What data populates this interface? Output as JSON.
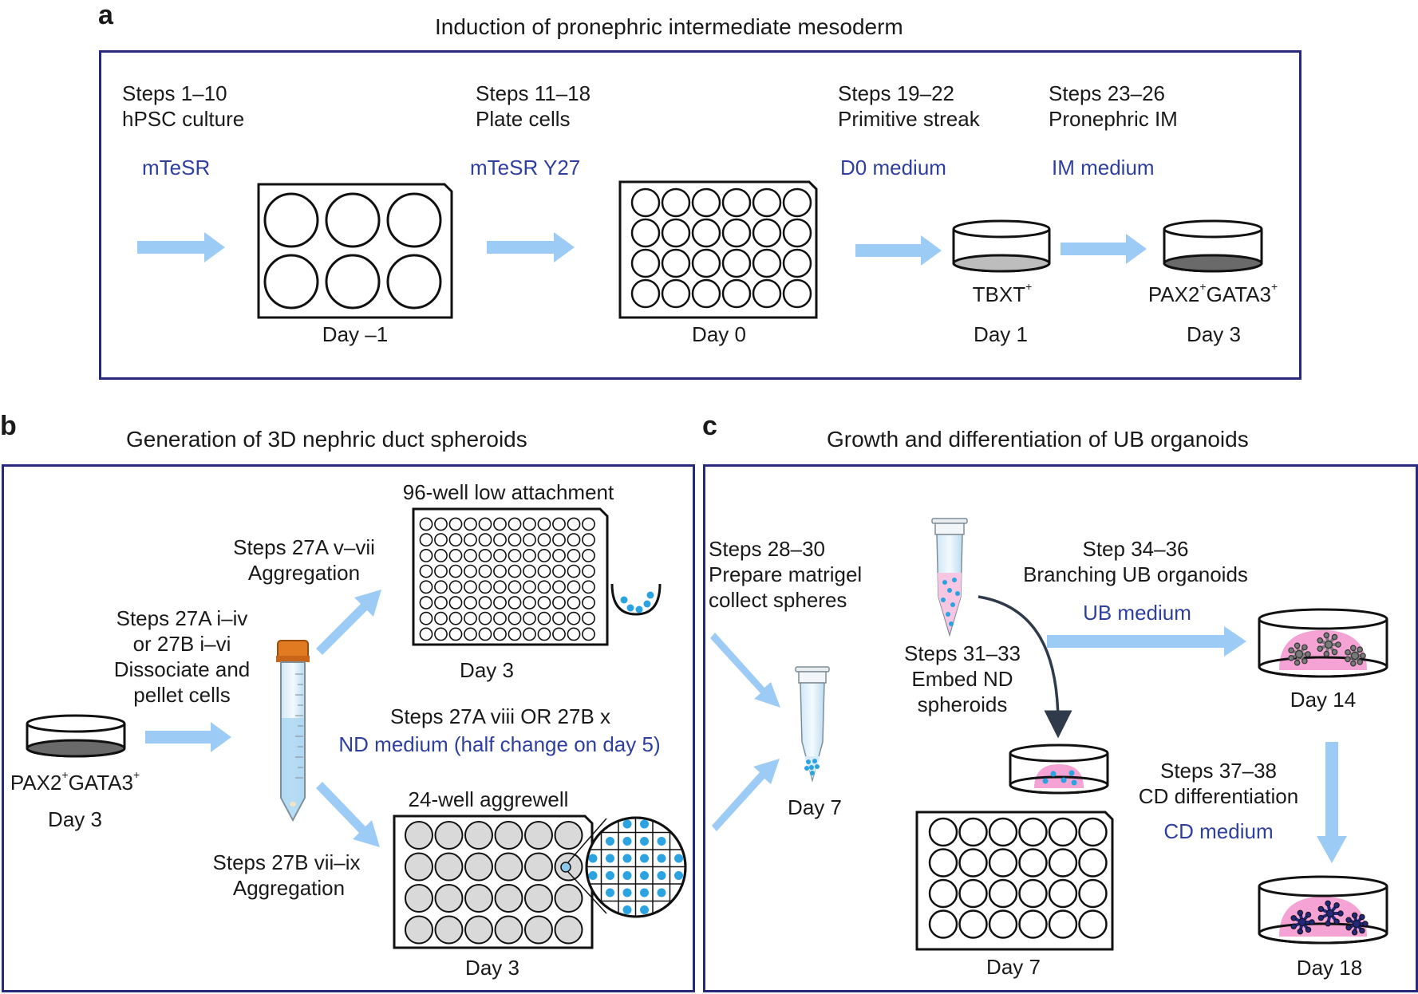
{
  "panels": {
    "a": {
      "letter": "a",
      "title": "Induction of pronephric intermediate mesoderm",
      "steps": [
        {
          "steps": "Steps 1–10",
          "desc": "hPSC culture",
          "medium": "mTeSR"
        },
        {
          "steps": "Steps 11–18",
          "desc": "Plate cells",
          "medium": "mTeSR Y27"
        },
        {
          "steps": "Steps 19–22",
          "desc": "Primitive streak",
          "medium": "D0 medium"
        },
        {
          "steps": "Steps 23–26",
          "desc": "Pronephric IM",
          "medium": "IM medium"
        }
      ],
      "days": [
        "Day –1",
        "Day 0",
        "Day 1",
        "Day 3"
      ],
      "markers": {
        "day1": "TBXT",
        "day3_a": "PAX2",
        "day3_b": "GATA3",
        "plus": "+"
      }
    },
    "b": {
      "letter": "b",
      "title": "Generation of 3D nephric duct spheroids",
      "start_marker_a": "PAX2",
      "start_marker_b": "GATA3",
      "plus": "+",
      "start_day": "Day 3",
      "dissociate": [
        "Steps 27A i–iv",
        "or 27B i–vi",
        "Dissociate and",
        "pellet cells"
      ],
      "aggregation_a": [
        "Steps 27A v–vii",
        "Aggregation"
      ],
      "aggregation_b": [
        "Steps 27B vii–ix",
        "Aggregation"
      ],
      "plate96_label": "96-well low attachment",
      "plate96_day": "Day 3",
      "middle_steps": "Steps 27A viii OR 27B x",
      "middle_medium": "ND medium (half change on day 5)",
      "plate24_label": "24-well aggrewell",
      "plate24_day": "Day 3"
    },
    "c": {
      "letter": "c",
      "title": "Growth and differentiation of UB organoids",
      "prepare": [
        "Steps 28–30",
        "Prepare matrigel",
        "collect spheres"
      ],
      "tube_day": "Day 7",
      "embed": [
        "Steps 31–33",
        "Embed ND",
        "spheroids"
      ],
      "plate_day": "Day 7",
      "branching": [
        "Step 34–36",
        "Branching UB organoids"
      ],
      "branching_medium": "UB medium",
      "day14": "Day 14",
      "cd": [
        "Steps 37–38",
        "CD differentiation"
      ],
      "cd_medium": "CD medium",
      "day18": "Day 18"
    }
  },
  "colors": {
    "box_border": "#272a7a",
    "arrow": "#9ccbf5",
    "medium_text": "#2e3f9e",
    "spheroid": "#2aa3e0",
    "matrigel": "#f4a3d4",
    "ub_branch": "#7a7a7a",
    "cd_branch": "#23287a"
  }
}
